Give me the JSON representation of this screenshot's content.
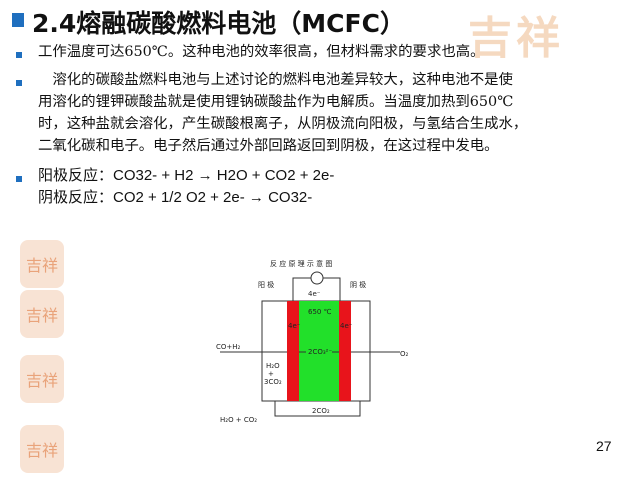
{
  "title": "2.4熔融碳酸燃料电池（MCFC）",
  "watermark_text": "吉祥",
  "paragraphs": {
    "p1": "工作温度可达650℃。这种电池的效率很高，但材料需求的要求也高。",
    "p2_l1": "　溶化的碳酸盐燃料电池与上述讨论的燃料电池差异较大，这种电池不是使",
    "p2_l2": "用溶化的锂钾碳酸盐就是使用锂钠碳酸盐作为电解质。当温度加热到650℃",
    "p2_l3": "时，这种盐就会溶化，产生碳酸根离子，从阴极流向阳极，与氢结合生成水，",
    "p2_l4": "二氧化碳和电子。电子然后通过外部回路返回到阴极，在这过程中发电。",
    "p3_l1": "阳极反应：CO32- + H2 → H2O + CO2 + 2e-",
    "p3_l2": "阴极反应：CO2 + 1/2 O2 + 2e- → CO32-"
  },
  "diagram": {
    "title": "反 应 原 理 示 意 图",
    "anode_label": "阳 极",
    "cathode_label": "阴 极",
    "electron_top": "4e⁻",
    "temp": "650 ℃",
    "left_e": "4e⁻",
    "right_e": "4e⁻",
    "ion": "2CO₃²⁻",
    "left_in": "CO+H₂",
    "right_in": "O₂",
    "left_products_1": "H₂O",
    "left_products_2": "+",
    "left_products_3": "3CO₂",
    "bottom_left": "H₂O + CO₂",
    "bottom_mid": "2CO₂"
  },
  "page_number": "27",
  "colors": {
    "bullet": "#1f6fbf",
    "electrolyte": "#22e02a",
    "electrode": "#e8141b",
    "watermark": "#f2c9a6"
  }
}
